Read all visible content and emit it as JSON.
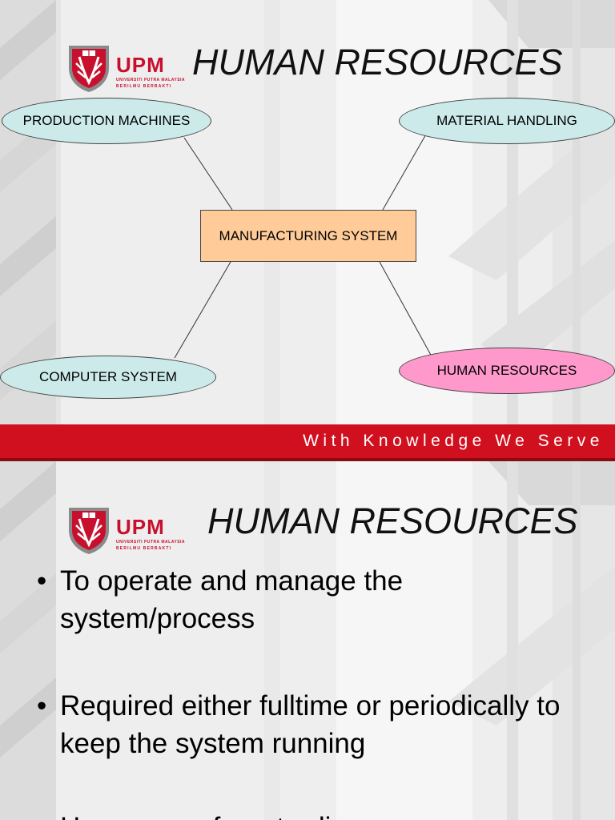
{
  "slide1": {
    "title": "HUMAN RESOURCES",
    "logo": {
      "wordmark": "UPM",
      "subline1": "UNIVERSITI PUTRA MALAYSIA",
      "subline2": "BERILMU BERBAKTI"
    },
    "diagram": {
      "center": "MANUFACTURING SYSTEM",
      "nodes": {
        "production": "PRODUCTION MACHINES",
        "material": "MATERIAL HANDLING",
        "computer": "COMPUTER SYSTEM",
        "human": "HUMAN RESOURCES"
      }
    },
    "footer_tagline": "With Knowledge We Serve"
  },
  "slide2": {
    "title": "HUMAN RESOURCES",
    "logo": {
      "wordmark": "UPM",
      "subline1": "UNIVERSITI PUTRA MALAYSIA",
      "subline2": "BERILMU BERBAKTI"
    },
    "bullet_symbol": "•",
    "bullets": [
      "To operate and manage the system/process",
      "Required either fulltime or periodically to keep the system running",
      "Humans perform trading"
    ]
  },
  "colors": {
    "brand_red": "#d0101f",
    "node_blue": "#cceaea",
    "node_pink": "#ff99cc",
    "center_orange": "#ffcc99"
  }
}
